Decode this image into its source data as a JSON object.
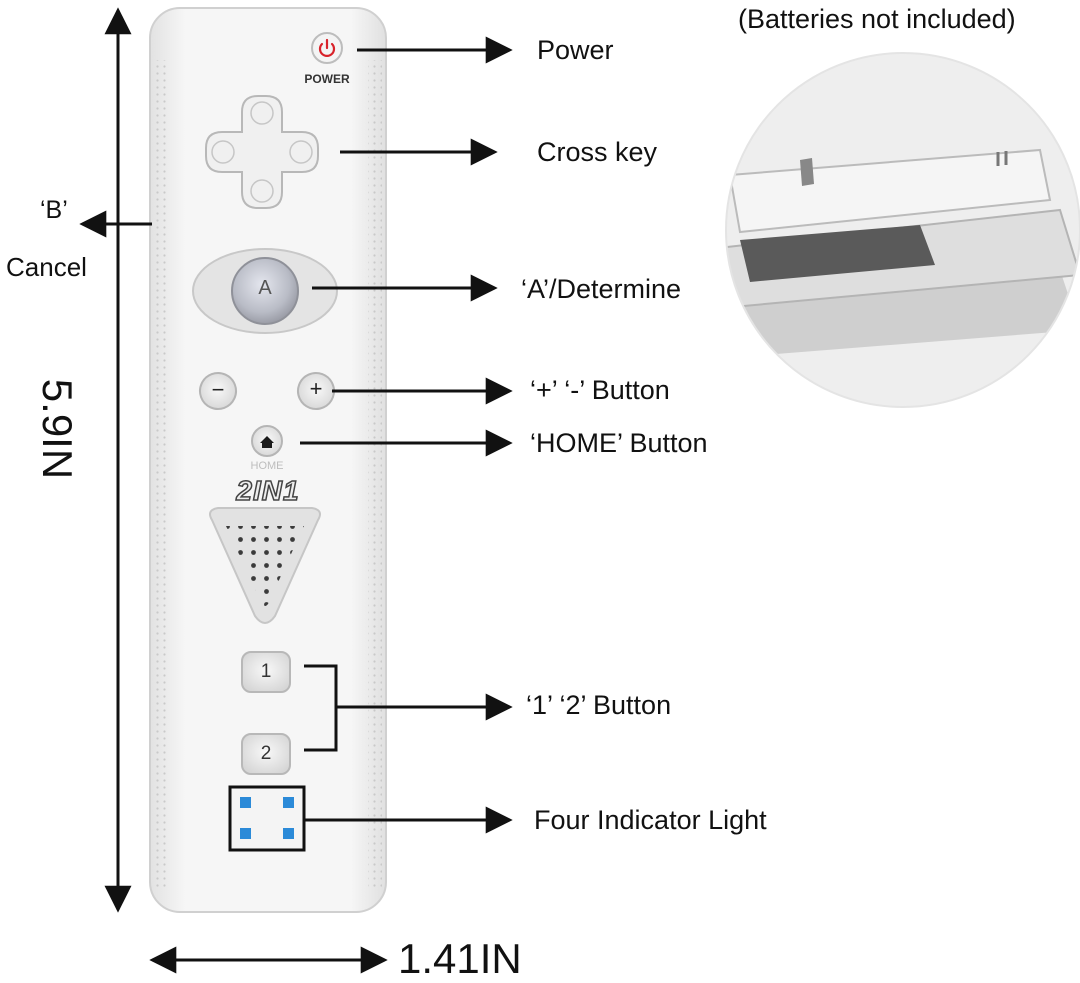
{
  "battery_note": "(Batteries not included)",
  "device": {
    "power_caption": "POWER",
    "a_key": "A",
    "minus_key": "−",
    "plus_key": "+",
    "home_caption": "HOME",
    "logo": "2IN1",
    "key_one": "1",
    "key_two": "2"
  },
  "callouts": {
    "power": "Power",
    "cross_key": "Cross key",
    "a_button": "‘A’/Determine",
    "plus_minus": "‘+’ ‘-’ Button",
    "home": "‘HOME’ Button",
    "one_two": "‘1’ ‘2’ Button",
    "lights": "Four Indicator Light",
    "b_label": "‘B’",
    "b_cancel": "Cancel"
  },
  "dimensions": {
    "height": "5.9IN",
    "width": "1.41IN"
  },
  "colors": {
    "body": "#f2f2f2",
    "power_red": "#d8222a",
    "led_blue": "#2b8ad8"
  }
}
